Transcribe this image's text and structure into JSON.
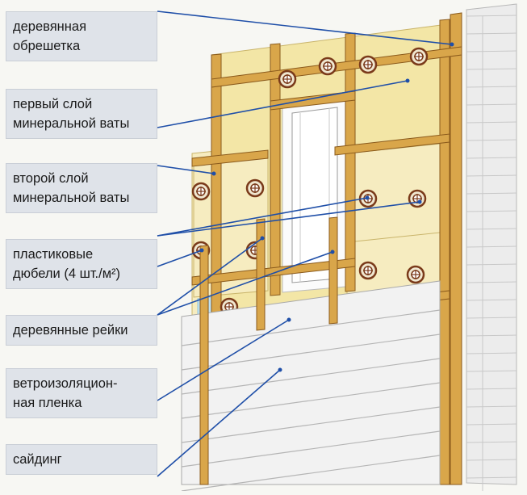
{
  "labels": [
    {
      "lines": [
        "деревянная",
        "обрешетка"
      ]
    },
    {
      "lines": [
        "первый слой",
        "минеральной ваты"
      ]
    },
    {
      "lines": [
        "второй слой",
        "минеральной ваты"
      ]
    },
    {
      "lines": [
        "пластиковые",
        "дюбели (4 шт./м²)"
      ]
    },
    {
      "lines": [
        "деревянные рейки"
      ]
    },
    {
      "lines": [
        "ветроизоляцион-",
        "ная пленка"
      ]
    },
    {
      "lines": [
        "сайдинг"
      ]
    }
  ],
  "colors": {
    "wood": "#d9a64a",
    "wood_edge": "#8a5a1c",
    "wool_first": "#f3e6a6",
    "wool_second": "#f6ecc0",
    "membrane": "#bfe3f5",
    "siding": "#f2f2f2",
    "brick": "#ececec",
    "leader": "#1f4fa8",
    "box": "#dfe3e9"
  },
  "icons": [
    "plastic-dowel-icon"
  ]
}
